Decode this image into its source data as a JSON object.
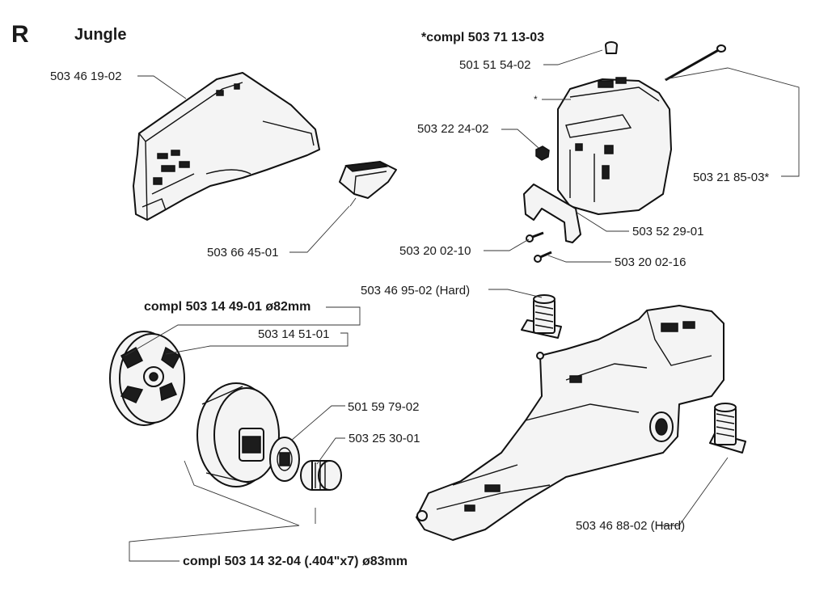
{
  "section": {
    "letter": "R",
    "title": "Jungle"
  },
  "assembly_labels": {
    "cylinder_cover_compl": "*compl 503 71 13-03",
    "clutch_compl": "compl 503 14 49-01 ø82mm",
    "drum_compl": "compl 503 14 32-04 (.404\"x7) ø83mm"
  },
  "parts": [
    {
      "id": "clutch-cover",
      "number": "503 46 19-02"
    },
    {
      "id": "chain-catcher",
      "number": "503 66 45-01"
    },
    {
      "id": "cover-knob",
      "number": "501 51 54-02"
    },
    {
      "id": "cover-nut",
      "number": "503 22 24-02"
    },
    {
      "id": "cover-bolt",
      "number": "503 21 85-03*"
    },
    {
      "id": "cover-bracket",
      "number": "503 52 29-01"
    },
    {
      "id": "screw-a",
      "number": "503 20 02-10"
    },
    {
      "id": "screw-b",
      "number": "503 20 02-16"
    },
    {
      "id": "av-element-top",
      "number": "503 46 95-02 (Hard)"
    },
    {
      "id": "clutch-spring",
      "number": "503 14 51-01"
    },
    {
      "id": "washer",
      "number": "501 59 79-02"
    },
    {
      "id": "needle-bearing",
      "number": "503 25 30-01"
    },
    {
      "id": "av-element-bottom",
      "number": "503 46 88-02 (Hard)"
    }
  ],
  "markers": {
    "asterisk": "*"
  }
}
